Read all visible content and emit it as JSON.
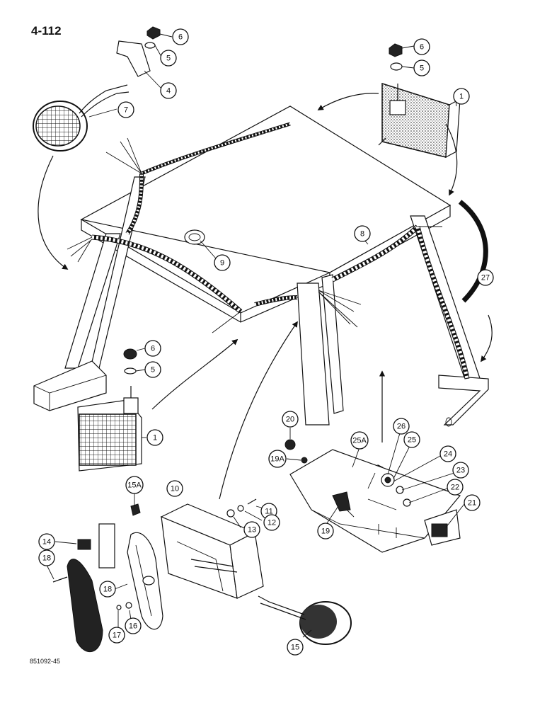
{
  "page": {
    "number": "4-112",
    "doc_code": "851092-45"
  },
  "callouts": [
    {
      "id": "c6a",
      "label": "6"
    },
    {
      "id": "c5a",
      "label": "5"
    },
    {
      "id": "c4",
      "label": "4"
    },
    {
      "id": "c7",
      "label": "7"
    },
    {
      "id": "c6b",
      "label": "6"
    },
    {
      "id": "c5b",
      "label": "5"
    },
    {
      "id": "c1a",
      "label": "1"
    },
    {
      "id": "c8",
      "label": "8"
    },
    {
      "id": "c9",
      "label": "9"
    },
    {
      "id": "c27",
      "label": "27"
    },
    {
      "id": "c6c",
      "label": "6"
    },
    {
      "id": "c5c",
      "label": "5"
    },
    {
      "id": "c1b",
      "label": "1"
    },
    {
      "id": "c10",
      "label": "10"
    },
    {
      "id": "c15A",
      "label": "15A"
    },
    {
      "id": "c11",
      "label": "11"
    },
    {
      "id": "c12",
      "label": "12"
    },
    {
      "id": "c13",
      "label": "13"
    },
    {
      "id": "c14",
      "label": "14"
    },
    {
      "id": "c18a",
      "label": "18"
    },
    {
      "id": "c18b",
      "label": "18"
    },
    {
      "id": "c17",
      "label": "17"
    },
    {
      "id": "c16",
      "label": "16"
    },
    {
      "id": "c15",
      "label": "15"
    },
    {
      "id": "c20",
      "label": "20"
    },
    {
      "id": "c19A",
      "label": "19A"
    },
    {
      "id": "c19",
      "label": "19"
    },
    {
      "id": "c25A",
      "label": "25A"
    },
    {
      "id": "c26",
      "label": "26"
    },
    {
      "id": "c25",
      "label": "25"
    },
    {
      "id": "c24",
      "label": "24"
    },
    {
      "id": "c23",
      "label": "23"
    },
    {
      "id": "c22",
      "label": "22"
    },
    {
      "id": "c21",
      "label": "21"
    }
  ]
}
